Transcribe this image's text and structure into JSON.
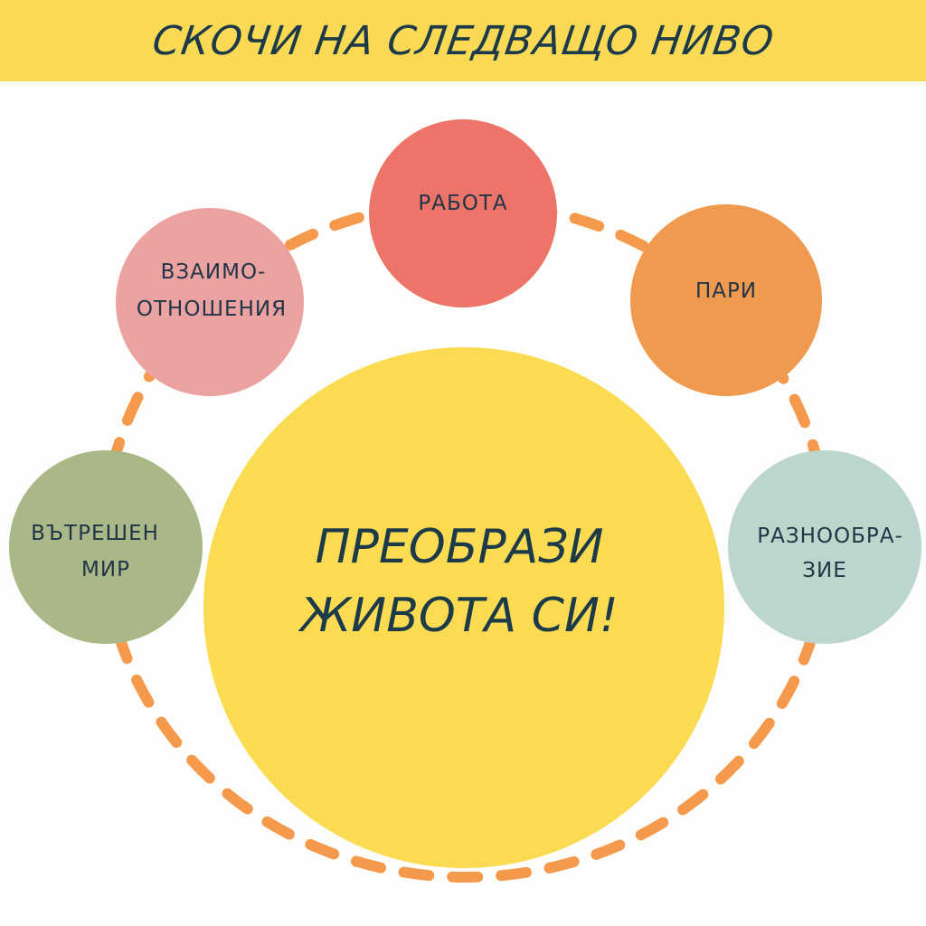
{
  "header": {
    "title": "СКОЧИ НА СЛЕДВАЩО НИВО"
  },
  "center": {
    "line1": "ПРЕОБРАЗИ",
    "line2": "ЖИВОТА СИ!"
  },
  "nodes": [
    {
      "line1": "РАБОТА",
      "color": "#ec7468"
    },
    {
      "line1": "ПАРИ",
      "color": "#f09a50"
    },
    {
      "line1": "ВЗАИМО-",
      "line2": "ОТНОШЕНИЯ",
      "color": "#eda2a2"
    },
    {
      "line1": "ВЪТРЕШЕН",
      "line2": "МИР",
      "color": "#a9b886"
    },
    {
      "line1": "РАЗНООБРА-",
      "line2": "ЗИЕ",
      "color": "#bdd6cc"
    }
  ],
  "colors": {
    "header": "#fad955",
    "center": "#fadb52",
    "ring": "#f59a4c",
    "text": "#1f3446"
  }
}
